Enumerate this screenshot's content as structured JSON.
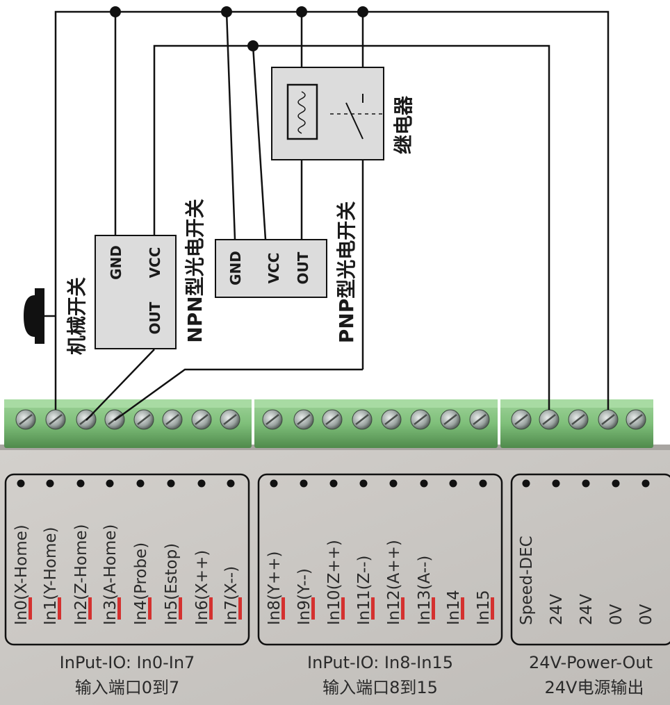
{
  "labels": {
    "relay": "继电器",
    "mechanical_switch": "机械开关",
    "npn_switch": "NPN型光电开关",
    "pnp_switch": "PNP型光电开关"
  },
  "npn_pins": {
    "gnd": "GND",
    "vcc": "VCC",
    "out": "OUT"
  },
  "pnp_pins": {
    "gnd": "GND",
    "vcc": "VCC",
    "out": "OUT"
  },
  "group1": {
    "pins": [
      "In0(X-Home)",
      "In1(Y-Home)",
      "In2(Z-Home)",
      "In3(A-Home)",
      "In4(Probe)",
      "In5(Estop)",
      "In6(X++)",
      "In7(X--)"
    ],
    "title": "InPut-IO: In0-In7",
    "subtitle": "输入端口0到7"
  },
  "group2": {
    "pins": [
      "In8(Y++)",
      "In9(Y--)",
      "In10(Z++)",
      "In11(Z--)",
      "In12(A++)",
      "In13(A--)",
      "In14",
      "In15"
    ],
    "title": "InPut-IO: In8-In15",
    "subtitle": "输入端口8到15"
  },
  "group3": {
    "pins": [
      "Speed-DEC",
      "24V",
      "24V",
      "0V",
      "0V"
    ],
    "title": "24V-Power-Out",
    "subtitle": "24V电源输出"
  },
  "colors": {
    "terminal": "#8fc98b",
    "panel": "#c9c6c2",
    "accent_red": "#d4312f"
  }
}
